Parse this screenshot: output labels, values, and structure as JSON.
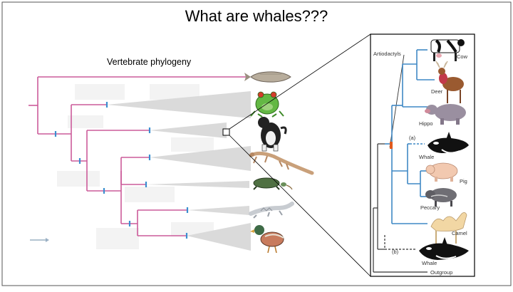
{
  "slide": {
    "title": "What are whales???",
    "subtitle": "Vertebrate phylogeny"
  },
  "inset": {
    "group_label": "Artiodactyls",
    "marker_a": "(a)",
    "marker_b": "(b)",
    "taxa": [
      "Cow",
      "Deer",
      "Hippo",
      "Whale",
      "Pig",
      "Peccary",
      "Camel",
      "Whale",
      "Outgroup"
    ]
  },
  "colors": {
    "tree_pink": "#cc5b9a",
    "node_blue": "#3b8fd0",
    "inset_blue": "#3f88c5",
    "inset_dark": "#333333",
    "node_orange": "#e05a1e",
    "wedge_gray": "#d9d9d9"
  },
  "icons": {
    "vertebrates": [
      "fish-icon",
      "frog-icon",
      "dog-icon",
      "lizard-icon",
      "turtle-icon",
      "crocodile-icon",
      "duck-icon"
    ],
    "inset": [
      "cow-icon",
      "deer-icon",
      "hippo-icon",
      "whale-icon",
      "pig-icon",
      "peccary-icon",
      "camel-icon",
      "whale-icon"
    ]
  }
}
